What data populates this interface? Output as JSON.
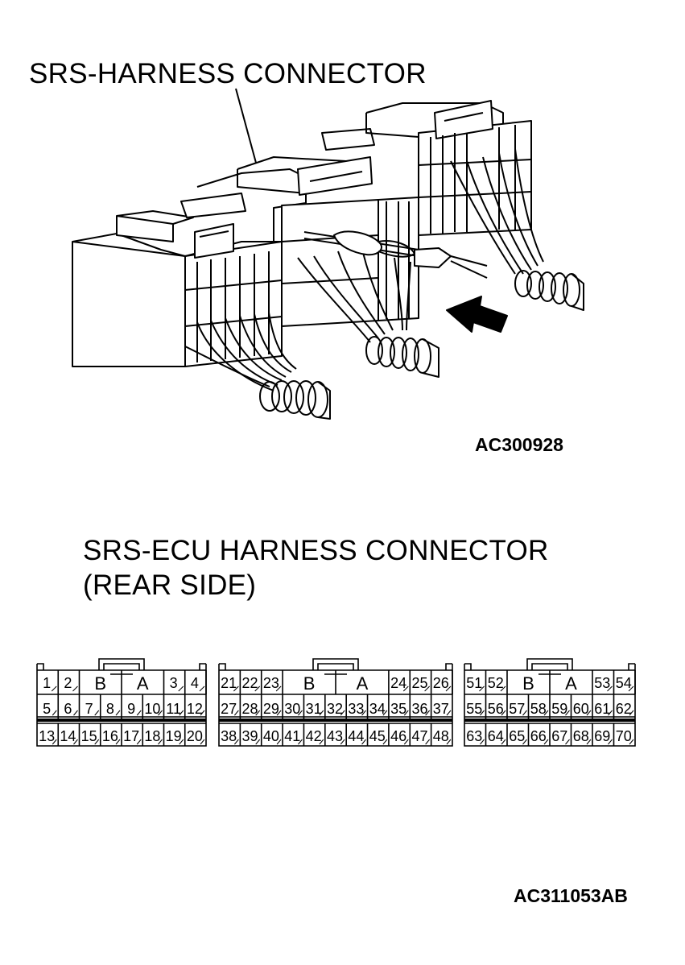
{
  "top_title": "SRS-HARNESS CONNECTOR",
  "top_code": "AC300928",
  "ecu_title_line1": "SRS-ECU HARNESS CONNECTOR",
  "ecu_title_line2": "(REAR SIDE)",
  "bottom_code": "AC311053AB",
  "connectors": [
    {
      "id": "left",
      "row1": [
        "1",
        "2",
        "B",
        "A",
        "3",
        "4"
      ],
      "row2": [
        "5",
        "6",
        "7",
        "8",
        "9",
        "10",
        "11",
        "12"
      ],
      "row3": [
        "13",
        "14",
        "15",
        "16",
        "17",
        "18",
        "19",
        "20"
      ]
    },
    {
      "id": "middle",
      "row1": [
        "21",
        "22",
        "23",
        "B",
        "A",
        "24",
        "25",
        "26"
      ],
      "row2": [
        "27",
        "28",
        "29",
        "30",
        "31",
        "32",
        "33",
        "34",
        "35",
        "36",
        "37"
      ],
      "row3": [
        "38",
        "39",
        "40",
        "41",
        "42",
        "43",
        "44",
        "45",
        "46",
        "47",
        "48"
      ]
    },
    {
      "id": "right",
      "row1": [
        "51",
        "52",
        "B",
        "A",
        "53",
        "54"
      ],
      "row2": [
        "55",
        "56",
        "57",
        "58",
        "59",
        "60",
        "61",
        "62"
      ],
      "row3": [
        "63",
        "64",
        "65",
        "66",
        "67",
        "68",
        "69",
        "70"
      ]
    }
  ]
}
